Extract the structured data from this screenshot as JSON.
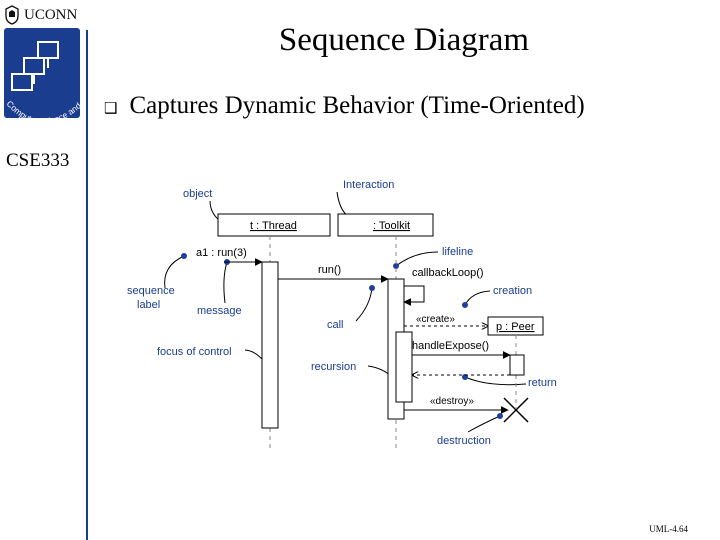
{
  "brand": {
    "name": "UCONN"
  },
  "logo": {
    "curved_text": "Computer Science and Engineering"
  },
  "course": "CSE333",
  "title": "Sequence Diagram",
  "bullet": {
    "icon": "hollow-square-bullet",
    "text": "Captures Dynamic Behavior (Time-Oriented)"
  },
  "diagram": {
    "callouts": {
      "interaction": "Interaction",
      "object": "object",
      "lifeline": "lifeline",
      "sequence_label": [
        "sequence",
        "label"
      ],
      "message": "message",
      "creation": "creation",
      "call": "call",
      "focus_of_control": "focus of control",
      "recursion": "recursion",
      "return": "return",
      "destruction": "destruction"
    },
    "objects": {
      "thread": "t : Thread",
      "toolkit": ": Toolkit",
      "peer": "p : Peer"
    },
    "messages": {
      "a1": "a1 : run(3)",
      "run": "run()",
      "callback": "callbackLoop()",
      "create": "«create»",
      "handle": "handleExpose()",
      "destroy": "«destroy»"
    },
    "colors": {
      "callout_text": "#1a3d8f",
      "dot": "#1f3fa0",
      "line": "#000000",
      "lifeline": "#888888"
    }
  },
  "footer": "UML-4.64"
}
